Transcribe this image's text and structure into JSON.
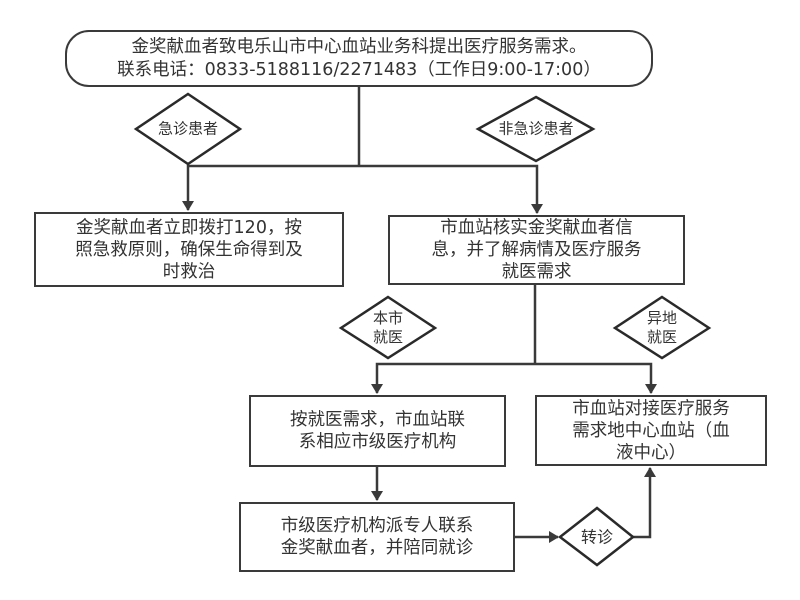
{
  "diagram": {
    "start": {
      "lines": [
        "金奖献血者致电乐山市中心血站业务科提出医疗服务需求。",
        "联系电话：0833-5188116/2271483（工作日9:00-17:00）"
      ]
    },
    "decisions": {
      "emergency": {
        "lines": [
          "急诊患者"
        ]
      },
      "non_emergency": {
        "lines": [
          "非急诊患者"
        ]
      },
      "local": {
        "lines": [
          "本市",
          "就医"
        ]
      },
      "remote": {
        "lines": [
          "异地",
          "就医"
        ]
      },
      "transfer": {
        "lines": [
          "转诊"
        ]
      }
    },
    "processes": {
      "emergency_action": {
        "lines": [
          "金奖献血者立即拨打120，按",
          "照急救原则，确保生命得到及",
          "时救治"
        ]
      },
      "verify": {
        "lines": [
          "市血站核实金奖献血者信",
          "息，并了解病情及医疗服务",
          "就医需求"
        ]
      },
      "local_contact": {
        "lines": [
          "按就医需求，市血站联",
          "系相应市级医疗机构"
        ]
      },
      "remote_contact": {
        "lines": [
          "市血站对接医疗服务",
          "需求地中心血站（血",
          "液中心）"
        ]
      },
      "escort": {
        "lines": [
          "市级医疗机构派专人联系",
          "金奖献血者，并陪同就诊"
        ]
      }
    },
    "colors": {
      "stroke": "#3a3a3a",
      "text": "#333333",
      "fill": "#ffffff"
    }
  }
}
